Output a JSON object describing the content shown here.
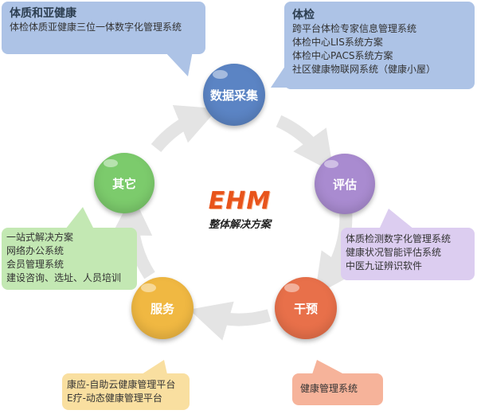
{
  "center": {
    "logo": "EHM",
    "subtitle": "整体解决方案"
  },
  "nodes": {
    "data_collection": "数据采集",
    "evaluation": "评估",
    "intervention": "干预",
    "service": "服务",
    "other": "其它"
  },
  "bubbles": {
    "constitution": {
      "title": "体质和亚健康",
      "lines": [
        "体检体质亚健康三位一体数字化管理系统"
      ]
    },
    "checkup": {
      "title": "体检",
      "lines": [
        "跨平台体检专家信息管理系统",
        "体检中心LIS系统方案",
        "体检中心PACS系统方案",
        "社区健康物联网系统（健康小屋）"
      ]
    },
    "evaluation": {
      "lines": [
        "体质检测数字化管理系统",
        "健康状况智能评估系统",
        "中医九证辨识软件"
      ]
    },
    "intervention": {
      "lines": [
        "健康管理系统"
      ]
    },
    "service": {
      "lines": [
        "康应-自助云健康管理平台",
        "E疗-动态健康管理平台"
      ]
    },
    "other": {
      "lines": [
        "一站式解决方案",
        "网络办公系统",
        "会员管理系统",
        "建设咨询、选址、人员培训"
      ]
    }
  },
  "colors": {
    "data_collection": "#5b84c4",
    "evaluation": "#a98bd0",
    "intervention": "#e8704a",
    "service": "#f0b842",
    "other": "#7ccb6c",
    "bubble_blue": "#adc3e6",
    "bubble_purple": "#dccdf0",
    "bubble_orange": "#f6b39a",
    "bubble_yellow": "#f9dfa0",
    "bubble_green": "#c3e8b3"
  }
}
